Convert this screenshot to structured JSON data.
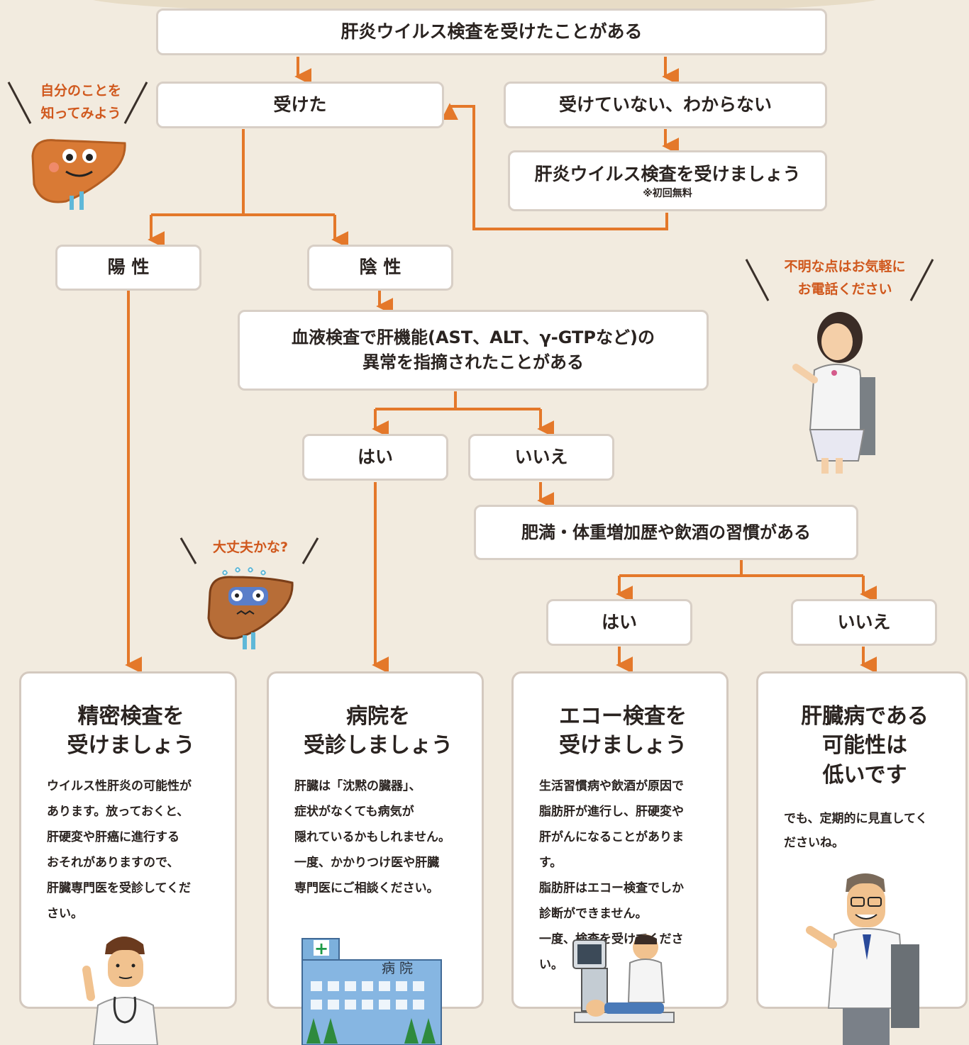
{
  "nodes": {
    "q_virus_test": "肝炎ウイルス検査を受けたことがある",
    "tested": "受けた",
    "not_tested": "受けていない、わからない",
    "get_tested": "肝炎ウイルス検査を受けましょう",
    "get_tested_note": "※初回無料",
    "positive": "陽 性",
    "negative": "陰 性",
    "q_liver_function_1": "血液検査で肝機能(AST、ALT、γ-GTPなど)の",
    "q_liver_function_2": "異常を指摘されたことがある",
    "yes_1": "はい",
    "no_1": "いいえ",
    "q_lifestyle": "肥満・体重増加歴や飲酒の習慣がある",
    "yes_2": "はい",
    "no_2": "いいえ"
  },
  "results": [
    {
      "title": "精密検査を\n受けましょう",
      "body": "ウイルス性肝炎の可能性が\nあります。放っておくと、\n肝硬変や肝癌に進行する\nおそれがありますので、\n肝臓専門医を受診してくだ\nさい。"
    },
    {
      "title": "病院を\n受診しましょう",
      "body": "肝臓は「沈黙の臓器」、\n症状がなくても病気が\n隠れているかもしれません。\n一度、かかりつけ医や肝臓\n専門医にご相談ください。"
    },
    {
      "title": "エコー検査を\n受けましょう",
      "body": "生活習慣病や飲酒が原因で\n脂肪肝が進行し、肝硬変や\n肝がんになることがあります。\n脂肪肝はエコー検査でしか\n診断ができません。\n一度、検査を受けてください。"
    },
    {
      "title": "肝臓病である\n可能性は\n低いです",
      "body": "でも、定期的に見直してく\nださいね。"
    }
  ],
  "bubbles": {
    "liver_happy": "自分のことを\n知ってみよう",
    "doctor_female": "不明な点はお気軽に\nお電話ください",
    "liver_worried": "大丈夫かな?"
  },
  "illustrations": {
    "hospital_sign": "病 院",
    "hospital_cross": "+"
  },
  "colors": {
    "arrow": "#e4782a",
    "box_border": "#d8cfc6",
    "background": "#f2ebdf",
    "bubble_text": "#d0581d"
  }
}
